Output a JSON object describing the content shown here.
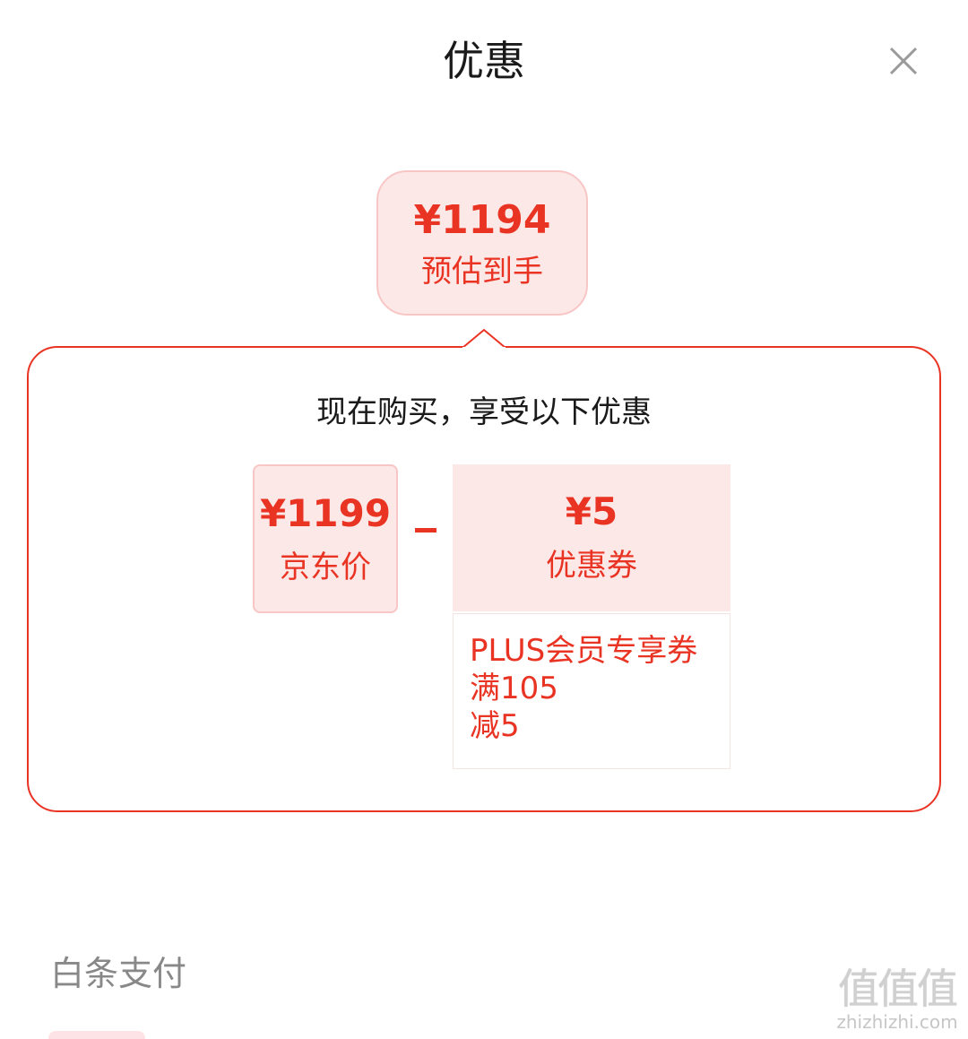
{
  "sheet": {
    "title": "优惠",
    "close_icon": "close-icon"
  },
  "estimate": {
    "price": "¥1194",
    "label": "预估到手"
  },
  "breakdown": {
    "heading": "现在购买，享受以下优惠",
    "jd_price": {
      "value": "¥1199",
      "label": "京东价"
    },
    "operator": "minus",
    "coupon": {
      "value": "¥5",
      "label": "优惠券",
      "detail_lines": [
        "PLUS会员专享券",
        "满105",
        "减5"
      ]
    }
  },
  "payment": {
    "section_title": "白条支付"
  },
  "watermark": {
    "logo": "值值值",
    "url": "zhizhizhi.com"
  },
  "colors": {
    "accent": "#e93323",
    "accent_light": "#fde8e8",
    "accent_border": "#f9c6c6",
    "muted_text": "#888888"
  }
}
